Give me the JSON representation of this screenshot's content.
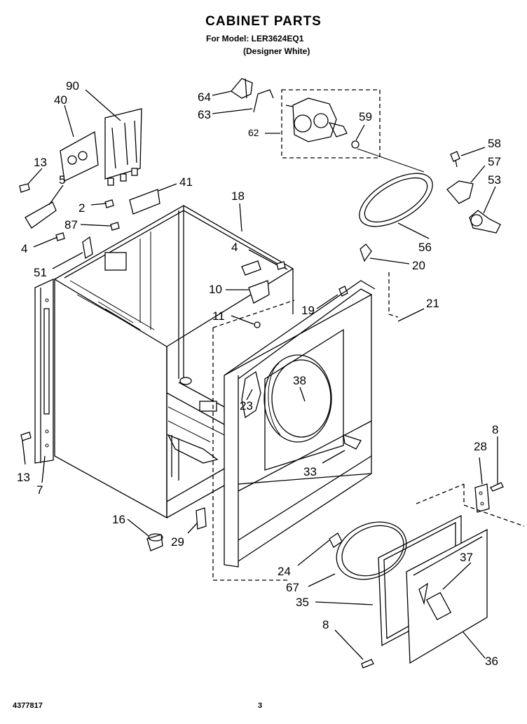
{
  "header": {
    "title": "CABINET PARTS",
    "model_line": "For Model: LER3624EQ1",
    "variant": "(Designer White)"
  },
  "footer": {
    "doc_number": "4377817",
    "page_number": "3"
  },
  "callouts": {
    "c90": "90",
    "c40": "40",
    "c13a": "13",
    "c5": "5",
    "c41": "41",
    "c2": "2",
    "c87": "87",
    "c4a": "4",
    "c51": "51",
    "c18": "18",
    "c4b": "4",
    "c10": "10",
    "c11": "11",
    "c19": "19",
    "c64": "64",
    "c63": "63",
    "c62": "62",
    "c59": "59",
    "c58": "58",
    "c57": "57",
    "c53": "53",
    "c56": "56",
    "c20": "20",
    "c21": "21",
    "c38": "38",
    "c23": "23",
    "c33": "33",
    "c13b": "13",
    "c7": "7",
    "c16": "16",
    "c29": "29",
    "c8a": "8",
    "c28": "28",
    "c37": "37",
    "c24": "24",
    "c67": "67",
    "c35": "35",
    "c8b": "8",
    "c36": "36"
  }
}
